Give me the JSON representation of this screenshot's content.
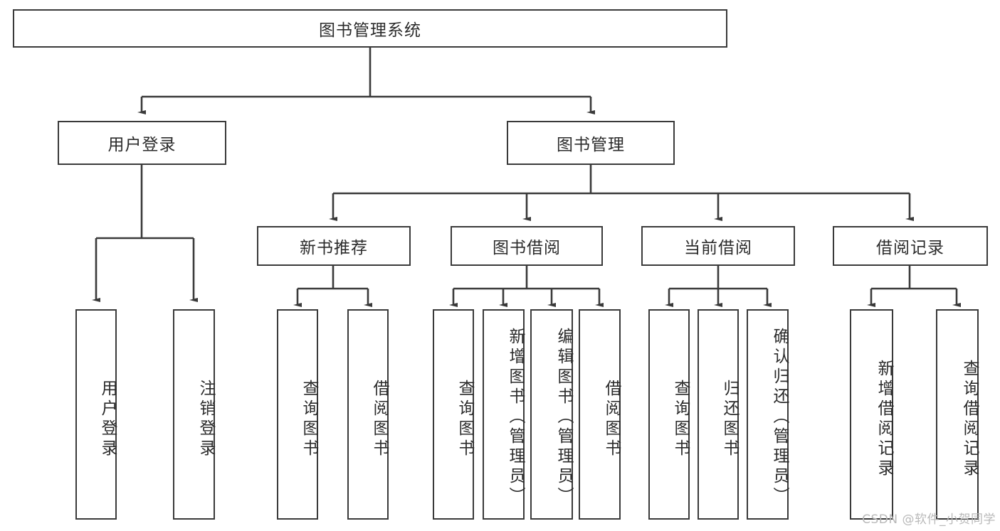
{
  "diagram": {
    "title": "图书管理系统",
    "type": "hierarchy-tree",
    "watermark": "CSDN @软件_小贺同学",
    "colors": {
      "box_border": "#3a3a3a",
      "box_fill": "#ffffff",
      "connector": "#3a3a3a",
      "text": "#2b2b2b",
      "watermark": "#b9b9b9"
    },
    "root": {
      "label": "图书管理系统"
    },
    "level2": [
      {
        "label": "用户登录"
      },
      {
        "label": "图书管理"
      }
    ],
    "level3": [
      {
        "label": "新书推荐"
      },
      {
        "label": "图书借阅"
      },
      {
        "label": "当前借阅"
      },
      {
        "label": "借阅记录"
      }
    ],
    "leaves": {
      "user_login": [
        {
          "label": "用户登录"
        },
        {
          "label": "注销登录"
        }
      ],
      "new_book_recommend": [
        {
          "label": "查询图书"
        },
        {
          "label": "借阅图书"
        }
      ],
      "book_borrow": [
        {
          "label": "查询图书"
        },
        {
          "label": "新增图书（管理员）"
        },
        {
          "label": "编辑图书（管理员）"
        },
        {
          "label": "借阅图书"
        }
      ],
      "current_borrow": [
        {
          "label": "查询图书"
        },
        {
          "label": "归还图书"
        },
        {
          "label": "确认归还（管理员）"
        }
      ],
      "borrow_record": [
        {
          "label": "新增借阅记录"
        },
        {
          "label": "查询借阅记录"
        }
      ]
    }
  }
}
